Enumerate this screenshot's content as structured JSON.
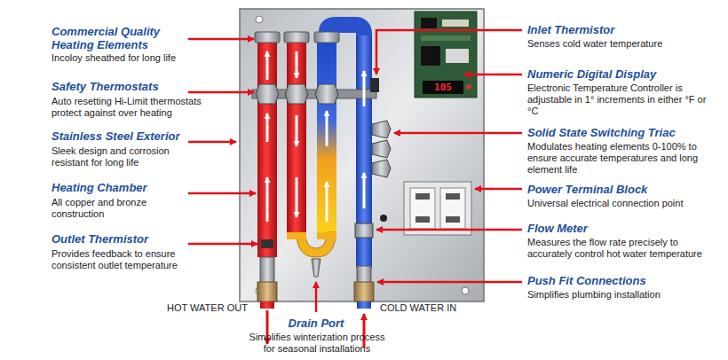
{
  "diagram": {
    "labels": [
      "Commercial Quality Heating Elements",
      "Incoloy sheathed for long life",
      "Safety Thermostats",
      "Auto resetting Hi-Limit thermostats protect against over heating",
      "Stainless Steel Exterior",
      "Sleek design and corrosion resistant for long life",
      "Heating Chamber",
      "All copper and bronze construction",
      "Outlet Thermistor",
      "Provides feedback to ensure consistent outlet temperature",
      "Inlet Thermistor",
      "Senses cold water temperature",
      "Numeric Digital Display",
      "Electronic Temperature Controller is adjustable in 1° increments in either °F or °C",
      "Solid State Switching Triac",
      "Modulates heating elements 0-100% to ensure accurate temperatures and long element life",
      "Power Terminal Block",
      "Universal electrical connection point",
      "Flow Meter",
      "Measures the flow rate precisely to accurately control hot water temperature",
      "Push Fit Connections",
      "Simplifies plumbing installation",
      "HOT WATER OUT",
      "Drain Port",
      "Simplifies winterization process for seasonal installations",
      "COLD WATER IN",
      "105"
    ]
  }
}
